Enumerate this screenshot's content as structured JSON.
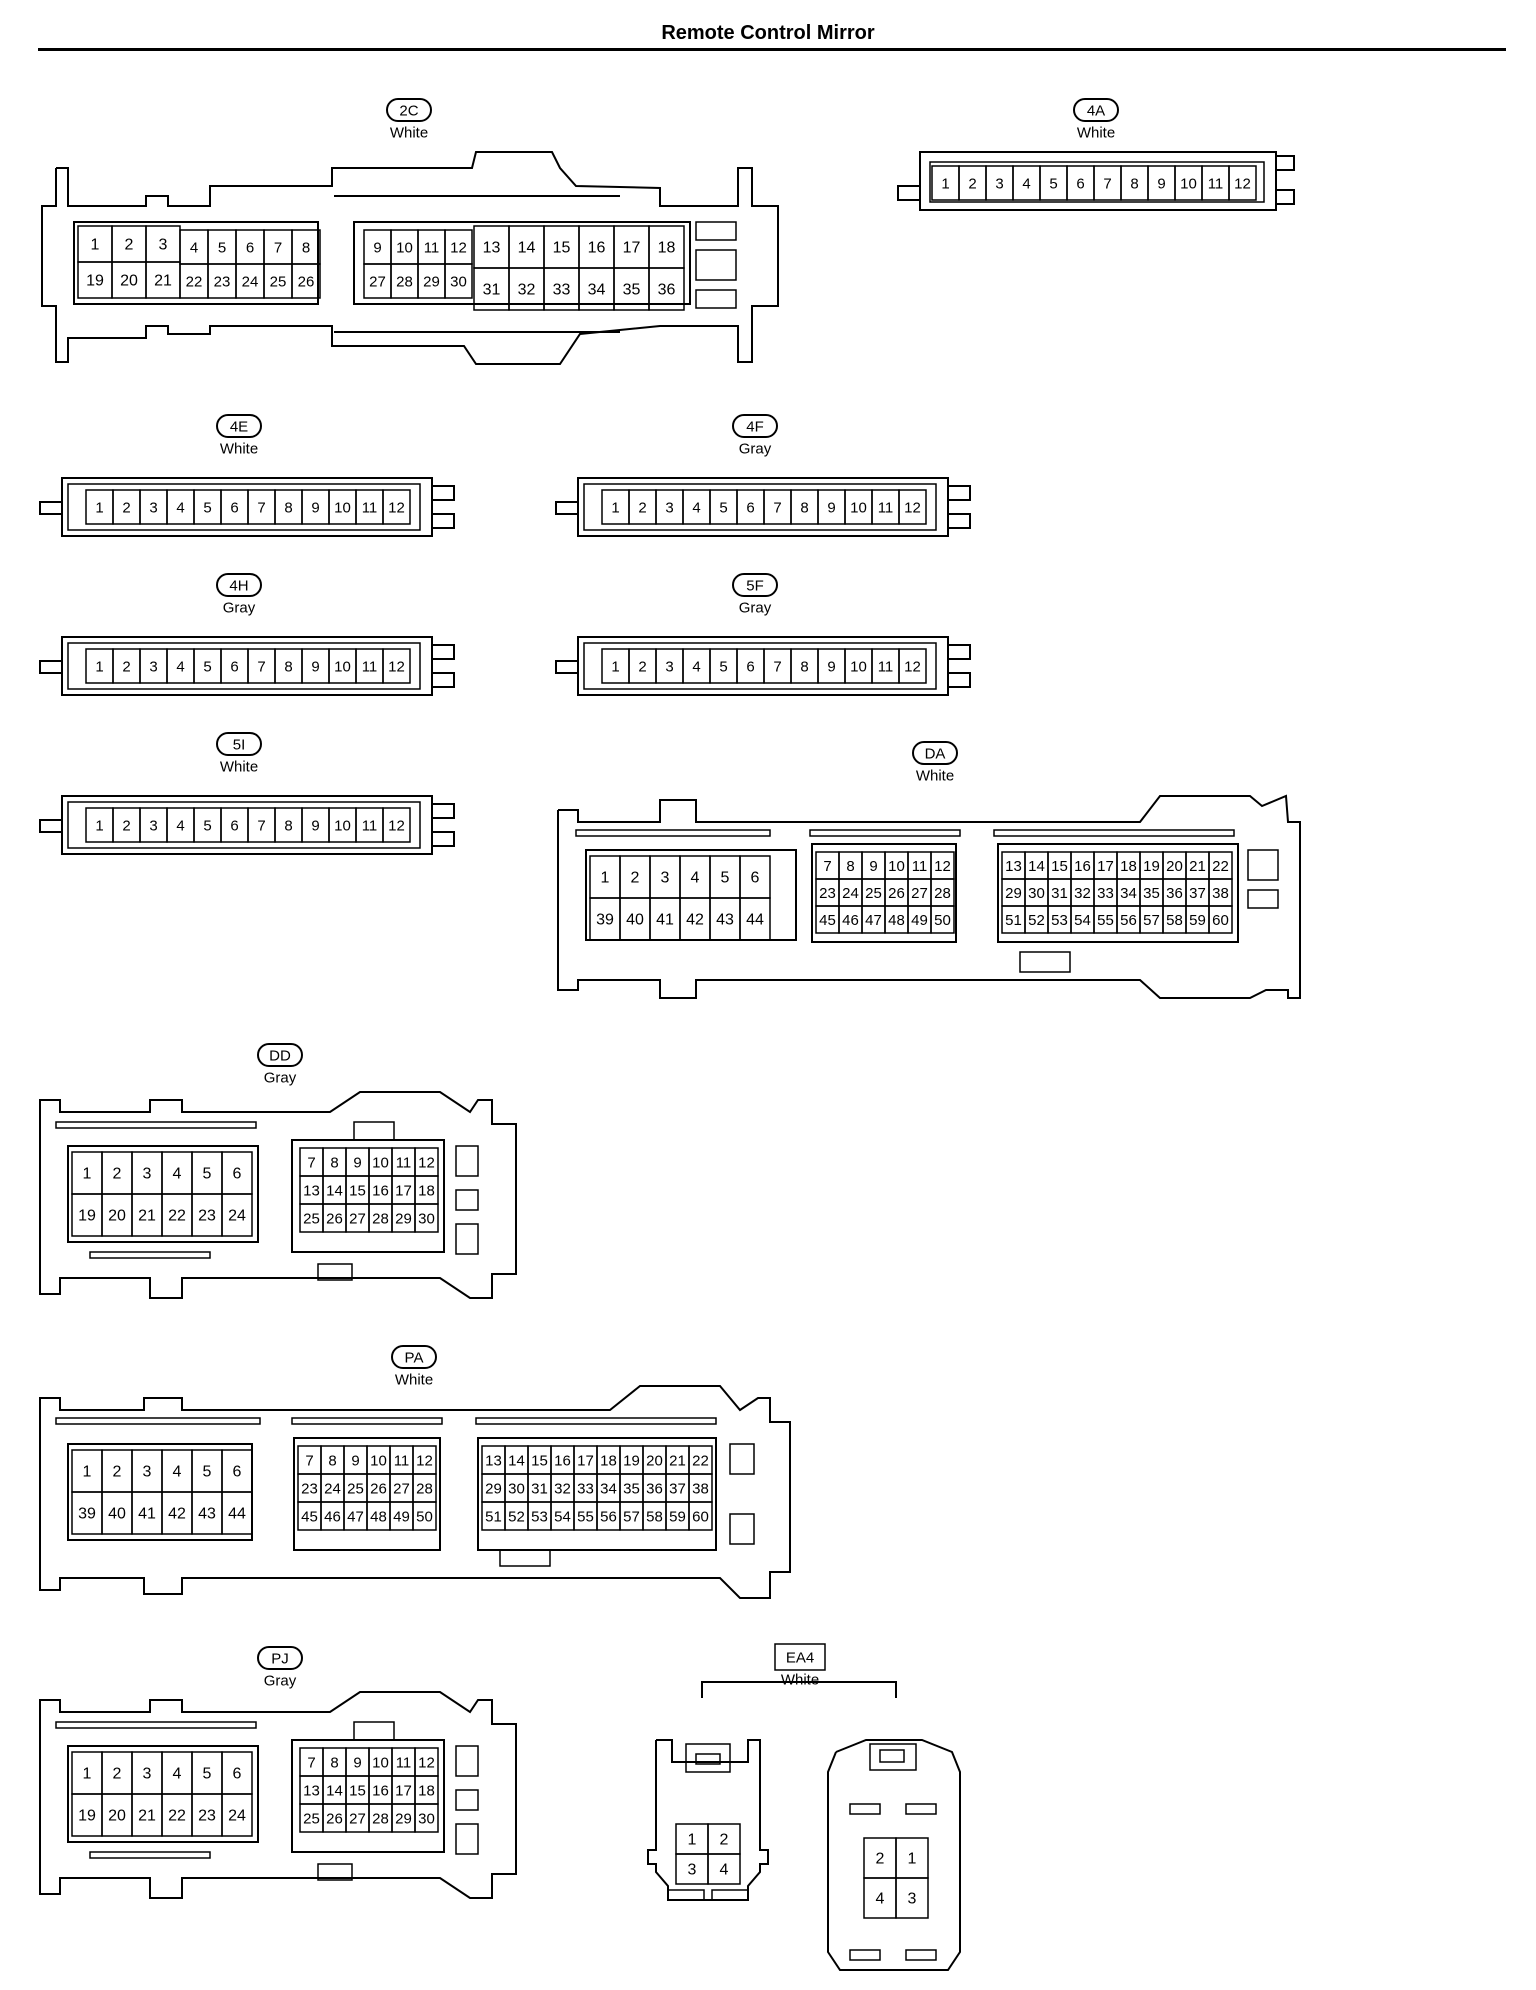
{
  "title": "Remote Control Mirror",
  "connectors": {
    "c2C": {
      "code": "2C",
      "color": "White"
    },
    "c4A": {
      "code": "4A",
      "color": "White"
    },
    "c4E": {
      "code": "4E",
      "color": "White"
    },
    "c4F": {
      "code": "4F",
      "color": "Gray"
    },
    "c4H": {
      "code": "4H",
      "color": "Gray"
    },
    "c5F": {
      "code": "5F",
      "color": "Gray"
    },
    "c5I": {
      "code": "5I",
      "color": "White"
    },
    "cDA": {
      "code": "DA",
      "color": "White"
    },
    "cDD": {
      "code": "DD",
      "color": "Gray"
    },
    "cPA": {
      "code": "PA",
      "color": "White"
    },
    "cPJ": {
      "code": "PJ",
      "color": "Gray"
    },
    "cEA4": {
      "code": "EA4",
      "color": "White"
    }
  }
}
